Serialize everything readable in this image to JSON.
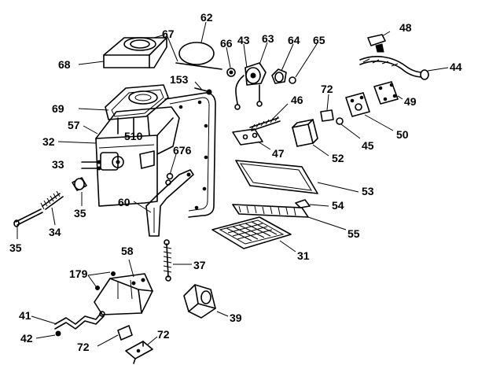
{
  "callouts": {
    "c62": "62",
    "c67": "67",
    "c68": "68",
    "c66": "66",
    "c43": "43",
    "c63": "63",
    "c64": "64",
    "c65": "65",
    "c48": "48",
    "c44": "44",
    "c153": "153",
    "c69": "69",
    "c72a": "72",
    "c46": "46",
    "c49": "49",
    "c57": "57",
    "c510": "510",
    "c32": "32",
    "c676": "676",
    "c47": "47",
    "c52": "52",
    "c45": "45",
    "c50": "50",
    "c33": "33",
    "c53": "53",
    "c35a": "35",
    "c60": "60",
    "c54": "54",
    "c34": "34",
    "c35b": "35",
    "c55": "55",
    "c31": "31",
    "c58": "58",
    "c37": "37",
    "c179": "179",
    "c39": "39",
    "c41": "41",
    "c42": "42",
    "c72b": "72",
    "c72c": "72"
  }
}
